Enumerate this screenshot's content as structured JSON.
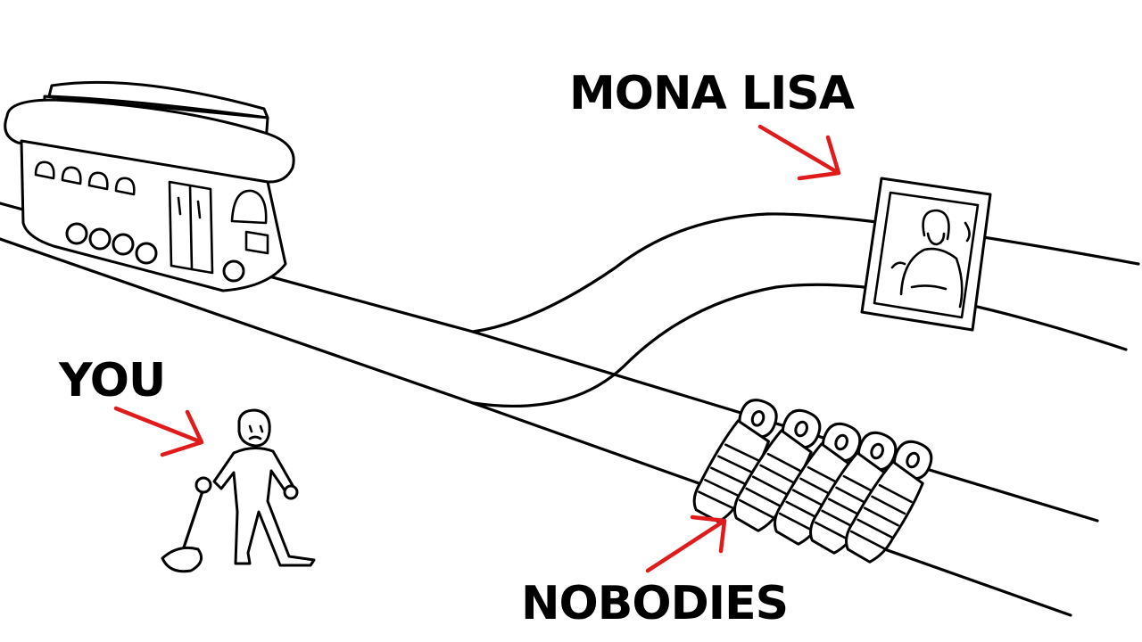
{
  "labels": {
    "top_right": "MONA LISA",
    "left": "YOU",
    "bottom": "NOBODIES"
  },
  "colors": {
    "arrow": "#e01b1b",
    "ink": "#000000",
    "background": "#ffffff"
  },
  "icons": [
    "trolley-illustration",
    "painting-illustration",
    "person-at-lever-illustration",
    "tied-people-illustration"
  ]
}
